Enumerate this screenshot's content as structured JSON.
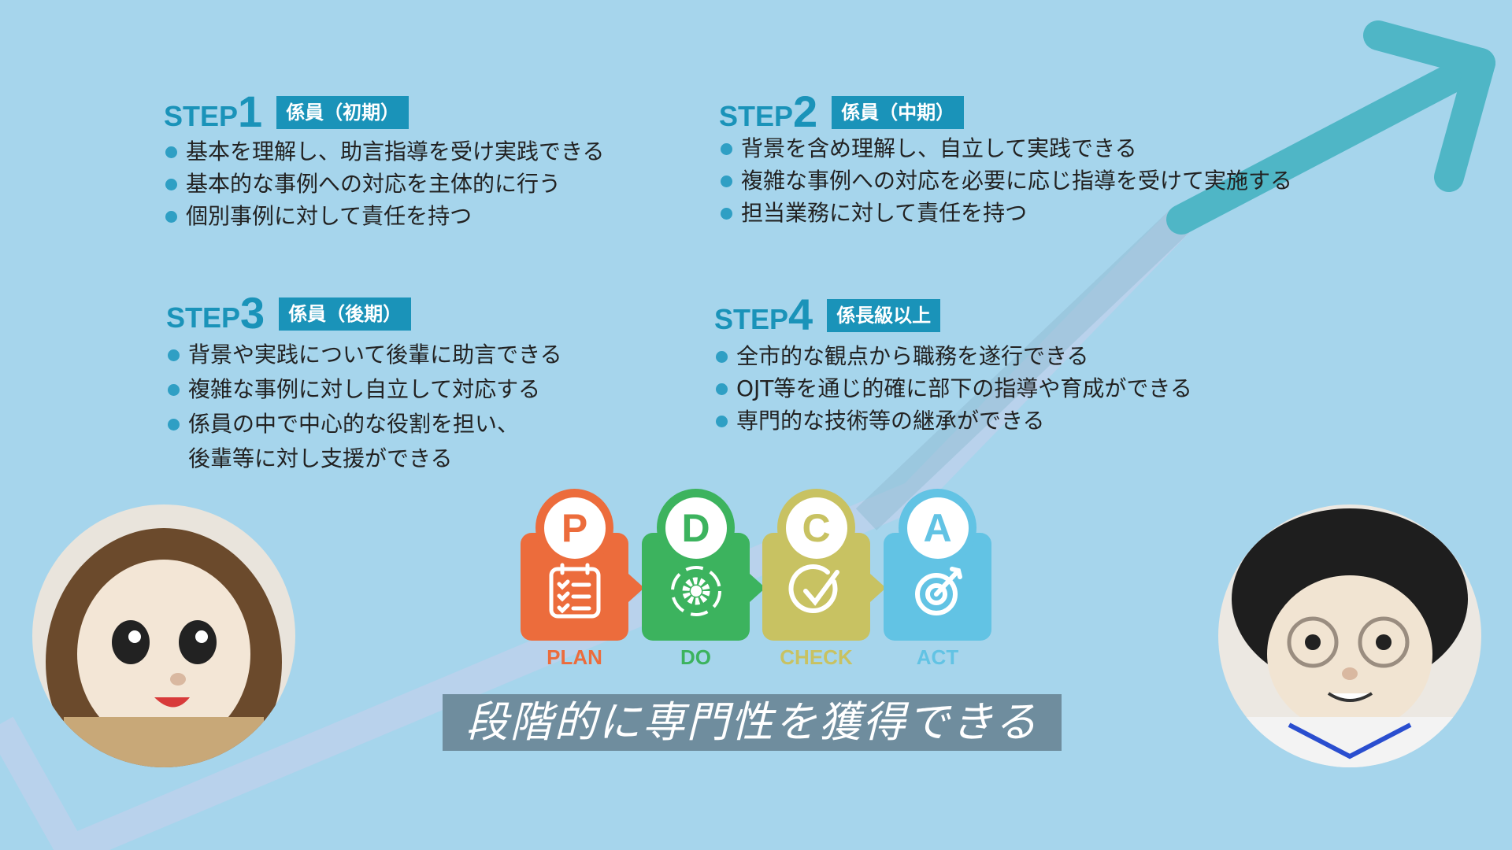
{
  "steps": [
    {
      "word": "STEP",
      "num": "1",
      "tag": "係員（初期）",
      "bullets": [
        "基本を理解し、助言指導を受け実践できる",
        "基本的な事例への対応を主体的に行う",
        "個別事例に対して責任を持つ"
      ]
    },
    {
      "word": "STEP",
      "num": "2",
      "tag": "係員（中期）",
      "bullets": [
        "背景を含め理解し、自立して実践できる",
        "複雑な事例への対応を必要に応じ指導を受けて実施する",
        "担当業務に対して責任を持つ"
      ]
    },
    {
      "word": "STEP",
      "num": "3",
      "tag": "係員（後期）",
      "bullets": [
        "背景や実践について後輩に助言できる",
        "複雑な事例に対し自立して対応する",
        "係員の中で中心的な役割を担い、",
        "後輩等に対し支援ができる"
      ]
    },
    {
      "word": "STEP",
      "num": "4",
      "tag": "係長級以上",
      "bullets": [
        "全市的な観点から職務を遂行できる",
        "OJT等を通じ的確に部下の指導や育成ができる",
        "専門的な技術等の継承ができる"
      ]
    }
  ],
  "pdca": [
    {
      "letter": "P",
      "label": "PLAN",
      "color": "#ec6c3c",
      "icon": "checklist-icon"
    },
    {
      "letter": "D",
      "label": "DO",
      "color": "#3cb35e",
      "icon": "gear-cycle-icon"
    },
    {
      "letter": "C",
      "label": "CHECK",
      "color": "#c8c262",
      "icon": "check-circle-icon"
    },
    {
      "letter": "A",
      "label": "ACT",
      "color": "#62c3e4",
      "icon": "target-icon"
    }
  ],
  "banner": "段階的に専門性を獲得できる"
}
